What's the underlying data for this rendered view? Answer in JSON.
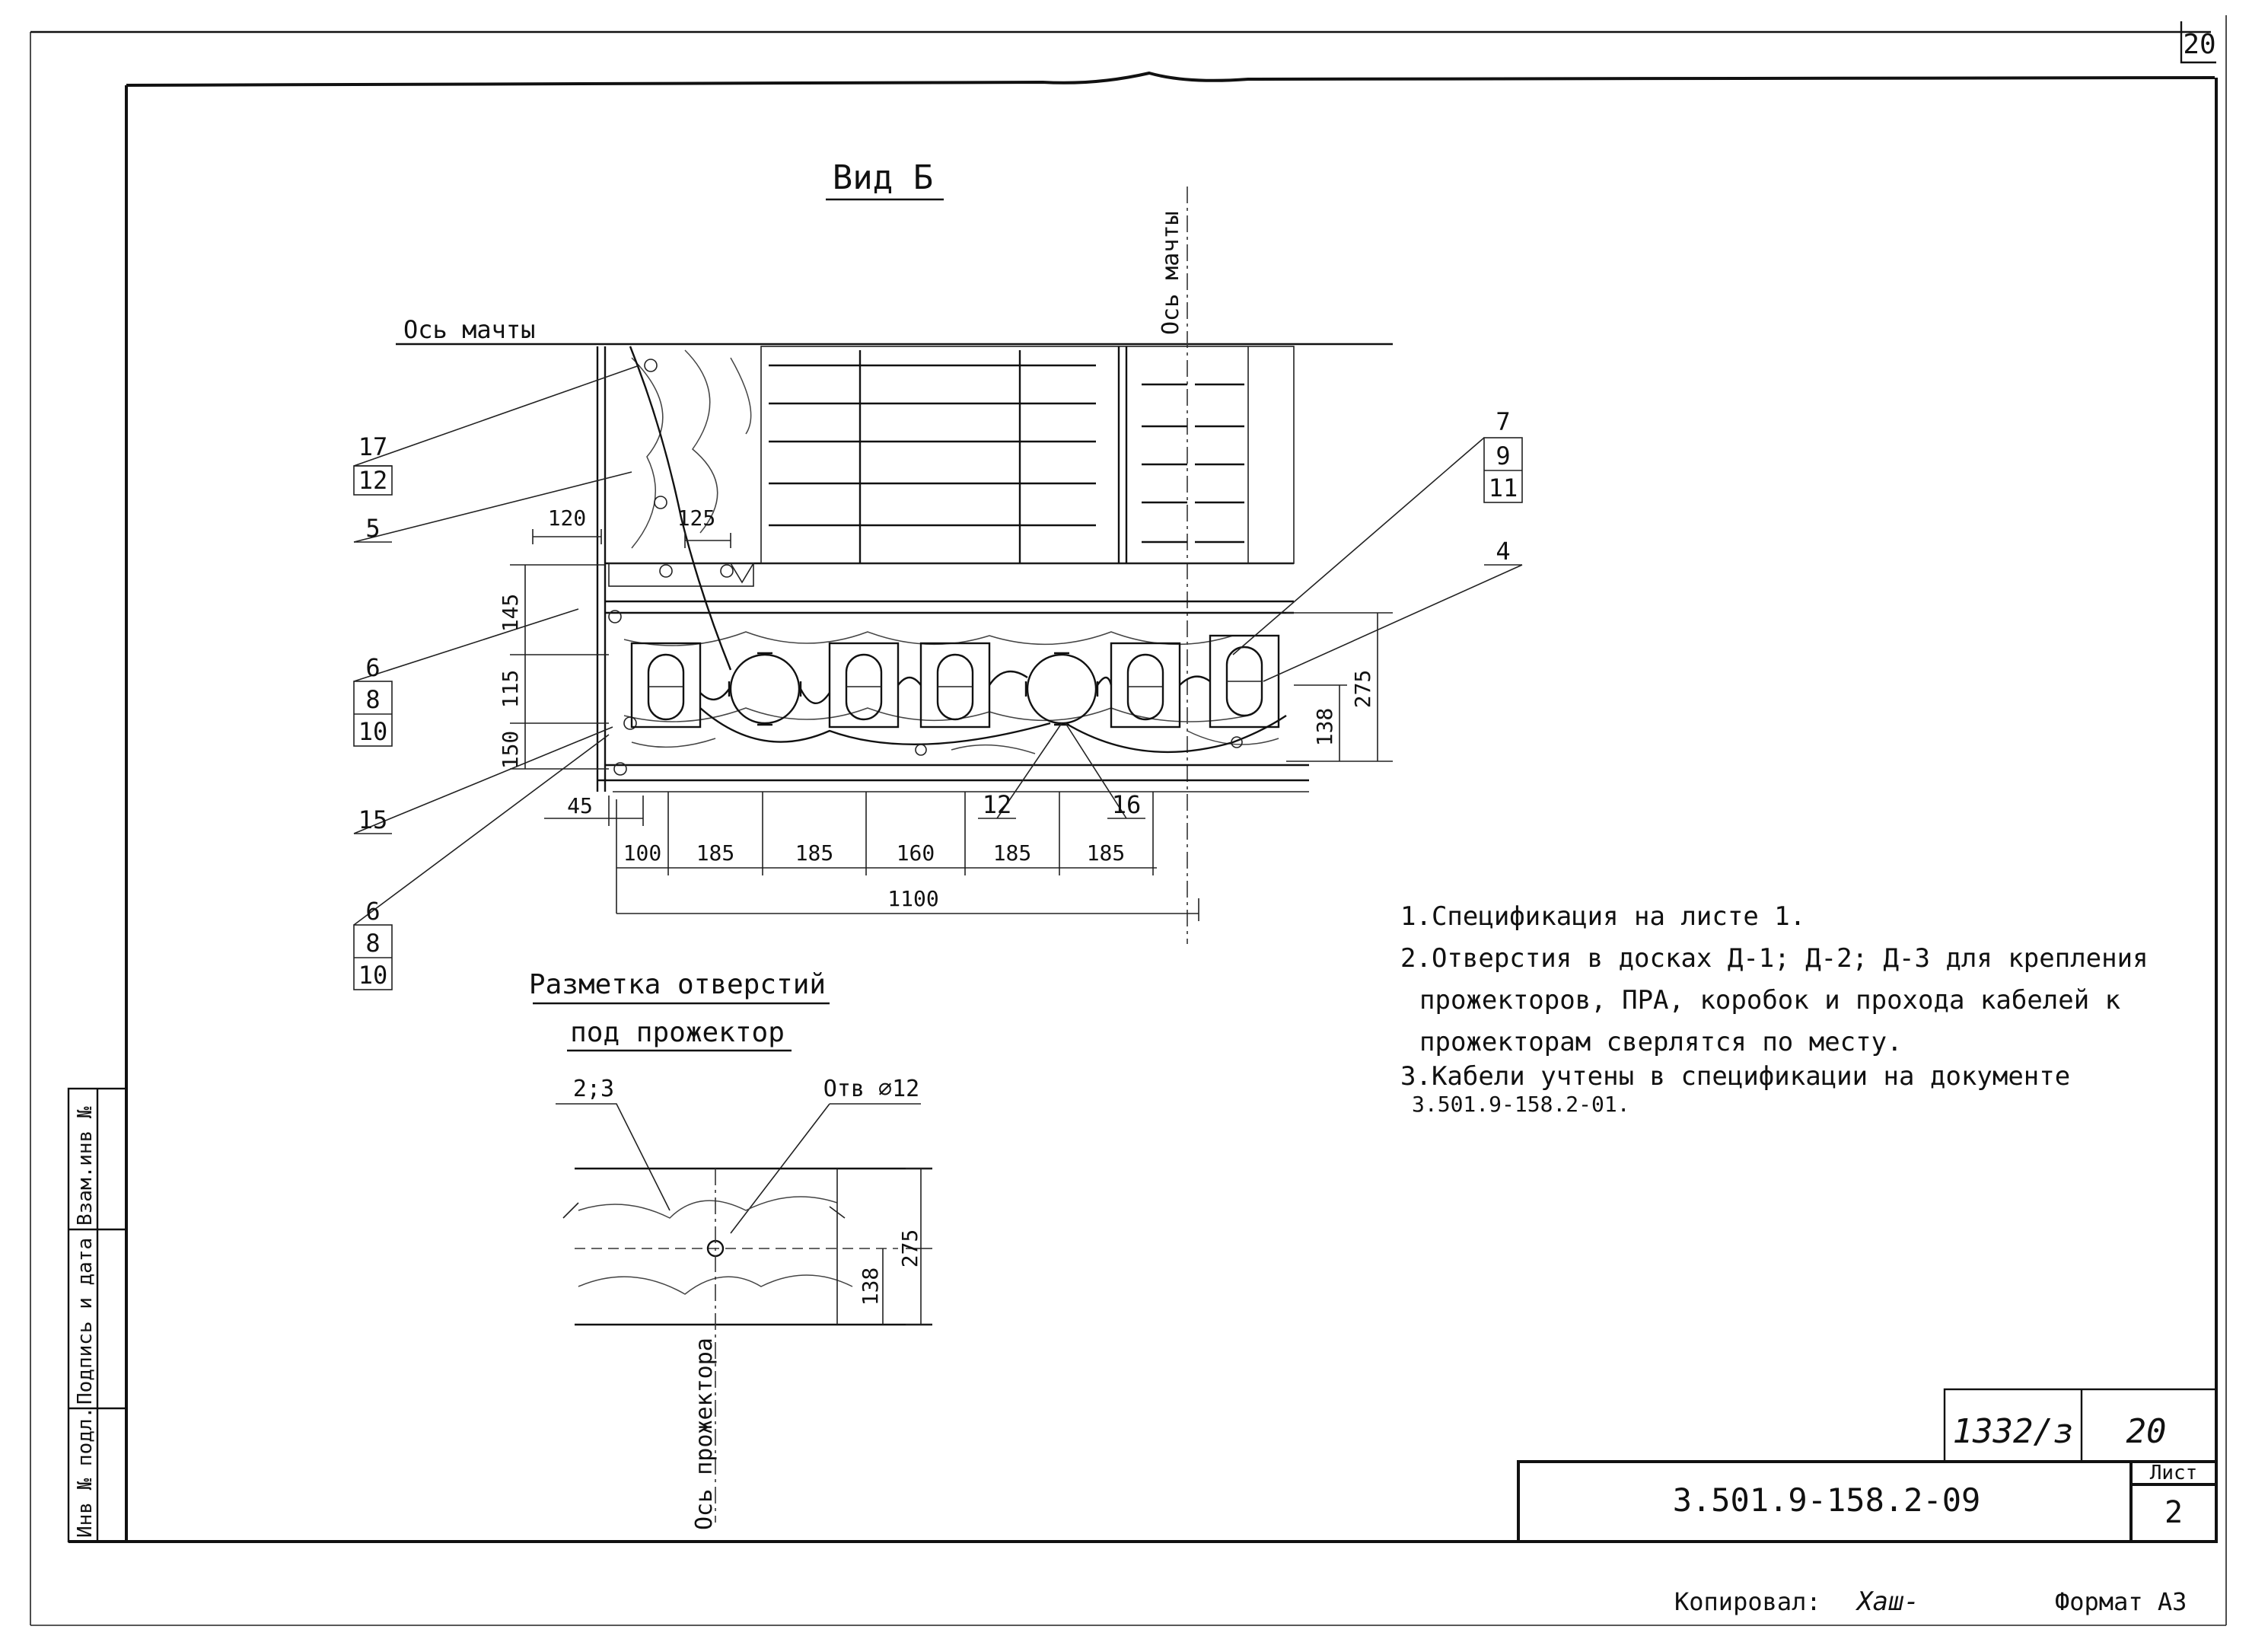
{
  "sheet_number_top": "20",
  "view_title": "Вид Б",
  "axis_mast_label": "Ось мачты",
  "axis_mast_vertical_label": "Ось мачты",
  "callouts": {
    "c17": "17",
    "c12a": "12",
    "c5": "5",
    "c6a": "6",
    "c8a": "8",
    "c10a": "10",
    "c15": "15",
    "c6b": "6",
    "c8b": "8",
    "c10b": "10",
    "c7": "7",
    "c9": "9",
    "c11": "11",
    "c4": "4",
    "c12b": "12",
    "c16": "16"
  },
  "dims": {
    "d120": "120",
    "d125": "125",
    "d145": "145",
    "d115": "115",
    "d150": "150",
    "d45": "45",
    "d275": "275",
    "d138": "138",
    "bottom": [
      "100",
      "185",
      "185",
      "160",
      "185",
      "185"
    ],
    "total": "1100"
  },
  "markup_title_1": "Разметка отверстий",
  "markup_title_2": "под прожектор",
  "markup_label_23": "2;3",
  "markup_hole": "Отв ∅12",
  "markup_d275": "275",
  "markup_d138": "138",
  "markup_axis": "Ось прожектора",
  "notes": [
    "1.Спецификация на листе 1.",
    "2.Отверстия в досках Д-1; Д-2; Д-3 для крепления",
    "прожекторов, ПРА, коробок и прохода кабелей к",
    "прожекторам сверлятся по месту.",
    "3.Кабели учтены в спецификации на документе",
    "3.501.9-158.2-01."
  ],
  "stamp": {
    "inventory": "1332/з",
    "page": "20",
    "doc_code": "3.501.9-158.2-09",
    "sheet_label": "Лист",
    "sheet_value": "2"
  },
  "side_stamp": {
    "inv_podl": "Инв № подл.",
    "sign_date": "Подпись и дата",
    "vzam_inv": "Взам.инв №"
  },
  "footer": {
    "copied_label": "Копировал:",
    "copied_sign": "Хаш-",
    "format": "Формат А3"
  }
}
